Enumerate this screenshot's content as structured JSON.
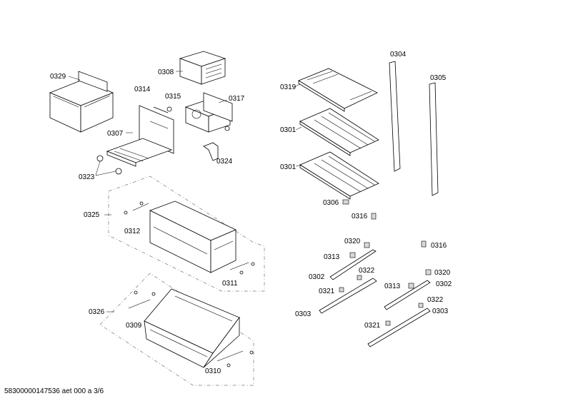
{
  "labels": {
    "p0329": "0329",
    "p0308": "0308",
    "p0314": "0314",
    "p0315": "0315",
    "p0317": "0317",
    "p0307": "0307",
    "p0324": "0324",
    "p0323": "0323",
    "p0325": "0325",
    "p0312": "0312",
    "p0311": "0311",
    "p0326": "0326",
    "p0309": "0309",
    "p0310": "0310",
    "p0319": "0319",
    "p0304": "0304",
    "p0305": "0305",
    "p0301a": "0301",
    "p0301b": "0301",
    "p0306": "0306",
    "p0316a": "0316",
    "p0316b": "0316",
    "p0320a": "0320",
    "p0313a": "0313",
    "p0322a": "0322",
    "p0302a": "0302",
    "p0321a": "0321",
    "p0303a": "0303",
    "p0320b": "0320",
    "p0313b": "0313",
    "p0302b": "0302",
    "p0322b": "0322",
    "p0303b": "0303",
    "p0321b": "0321"
  },
  "footer": "58300000147536 aet 000 a 3/6"
}
